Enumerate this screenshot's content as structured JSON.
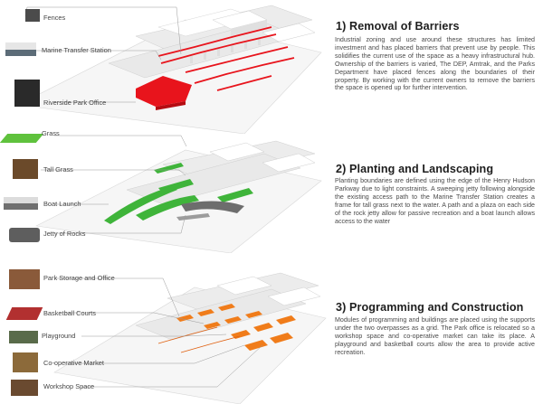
{
  "sections": [
    {
      "title": "1) Removal of Barriers",
      "body": "Industrial zoning and use around these structures has limited investment and has placed barriers that prevent use by people. This solidifies the current use of the space as a heavy infrastructural hub. Ownership of the barriers is varied, The DEP, Amtrak, and the Parks Department have placed fences along the boundaries of their property. By working with the current owners to remove the barriers the space is opened up for further intervention.",
      "legend": [
        "Fences",
        "Marine Transfer Station",
        "Riverside Park Office"
      ],
      "accent": "#e8141c"
    },
    {
      "title": "2) Planting and Landscaping",
      "body": "Planting boundaries are defined using the edge of the Henry Hudson Parkway due to light constraints. A sweeping jetty following alongside the existing access path to the Marine Transfer Station creates a frame for tall grass next to the water. A path and a plaza on each side of the rock jetty allow for passive recreation and a boat launch allows access to the water",
      "legend": [
        "Grass",
        "Tall Grass",
        "Boat Launch",
        "Jetty of Rocks"
      ],
      "accent": "#3fb43a"
    },
    {
      "title": "3) Programming and Construction",
      "body": "Modules of programming and buildings are placed using the supports under the two overpasses as a grid. The Park office is relocated so a workshop space and co-operative market can take its place. A playground and basketball courts allow the area to provide active recreation.",
      "legend": [
        "Park Storage and Office",
        "Basketball Courts",
        "Playground",
        "Co-operative Market",
        "Workshop Space"
      ],
      "accent": "#f07c1a"
    }
  ],
  "icons": [
    "fence-photo",
    "station-photo",
    "office-photo",
    "grass-swatch",
    "tall-grass-photo",
    "boat-launch-photo",
    "rocks-photo",
    "storage-photo",
    "courts-photo",
    "playground-photo",
    "market-photo",
    "workshop-photo"
  ]
}
